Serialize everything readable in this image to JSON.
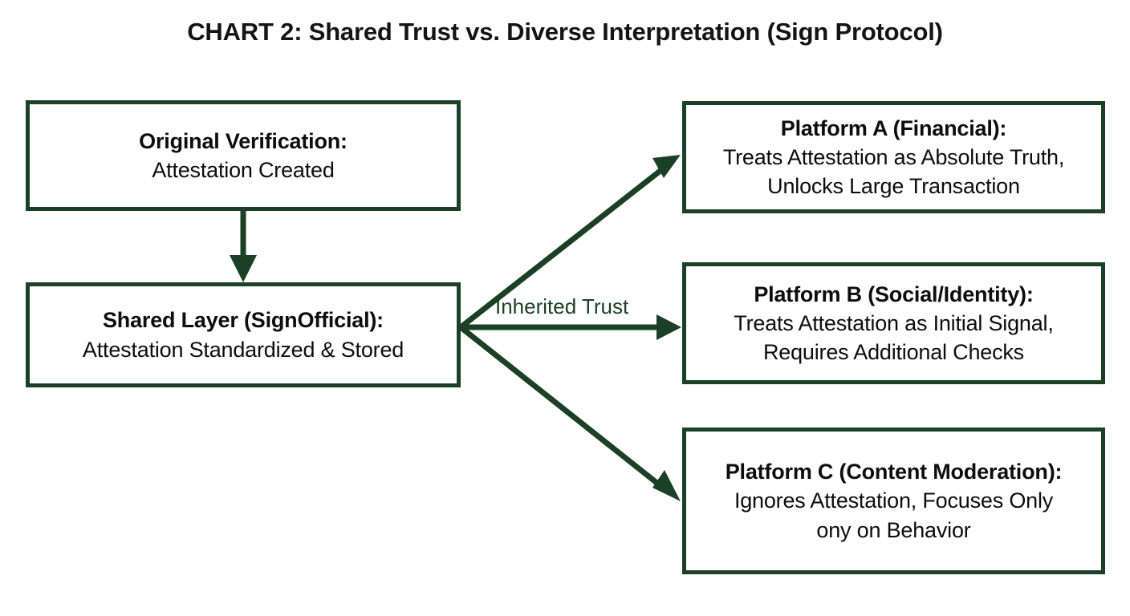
{
  "chart_data": {
    "type": "diagram",
    "diagram_kind": "flowchart",
    "title": "CHART 2: Shared Trust vs. Diverse Interpretation (Sign Protocol)",
    "accent_color": "#1b4026",
    "text_color": "#0d0d0d",
    "background_color": "#ffffff",
    "nodes": [
      {
        "id": "original",
        "heading": "Original Verification:",
        "body": "Attestation Created"
      },
      {
        "id": "shared",
        "heading": "Shared Layer (SignOfficial):",
        "body": "Attestation Standardized & Stored"
      },
      {
        "id": "platform_a",
        "heading": "Platform A (Financial):",
        "body_line1": "Treats Attestation as Absolute Truth,",
        "body_line2": "Unlocks Large Transaction"
      },
      {
        "id": "platform_b",
        "heading": "Platform B (Social/Identity):",
        "body_line1": "Treats Attestation as Initial Signal,",
        "body_line2": "Requires Additional Checks"
      },
      {
        "id": "platform_c",
        "heading": "Platform C (Content Moderation):",
        "body_line1": "Ignores Attestation, Focuses Only",
        "body_line2": "ony on Behavior"
      }
    ],
    "edges": [
      {
        "from": "original",
        "to": "shared",
        "label": "",
        "style": "solid-arrow-down"
      },
      {
        "from": "shared",
        "to": "platform_a",
        "label": "",
        "style": "solid-arrow-diagonal-up"
      },
      {
        "from": "shared",
        "to": "platform_b",
        "label": "Inherited Trust",
        "style": "solid-arrow-right"
      },
      {
        "from": "shared",
        "to": "platform_c",
        "label": "",
        "style": "solid-arrow-diagonal-down"
      }
    ]
  },
  "title": {
    "text": "CHART 2: Shared Trust vs. Diverse Interpretation (Sign Protocol)"
  },
  "nodes": {
    "original": {
      "heading": "Original Verification:",
      "body": "Attestation Created"
    },
    "shared": {
      "heading": "Shared Layer (SignOfficial):",
      "body": "Attestation Standardized & Stored"
    },
    "platform_a": {
      "heading": "Platform A (Financial):",
      "body_line1": "Treats Attestation as Absolute Truth,",
      "body_line2": "Unlocks Large Transaction"
    },
    "platform_b": {
      "heading": "Platform B (Social/Identity):",
      "body_line1": "Treats Attestation as Initial Signal,",
      "body_line2": "Requires Additional Checks"
    },
    "platform_c": {
      "heading": "Platform C (Content Moderation):",
      "body_line1": "Ignores Attestation, Focuses Only",
      "body_line2": "ony on Behavior"
    }
  },
  "edges": {
    "inherited_trust_label": "Inherited Trust"
  }
}
